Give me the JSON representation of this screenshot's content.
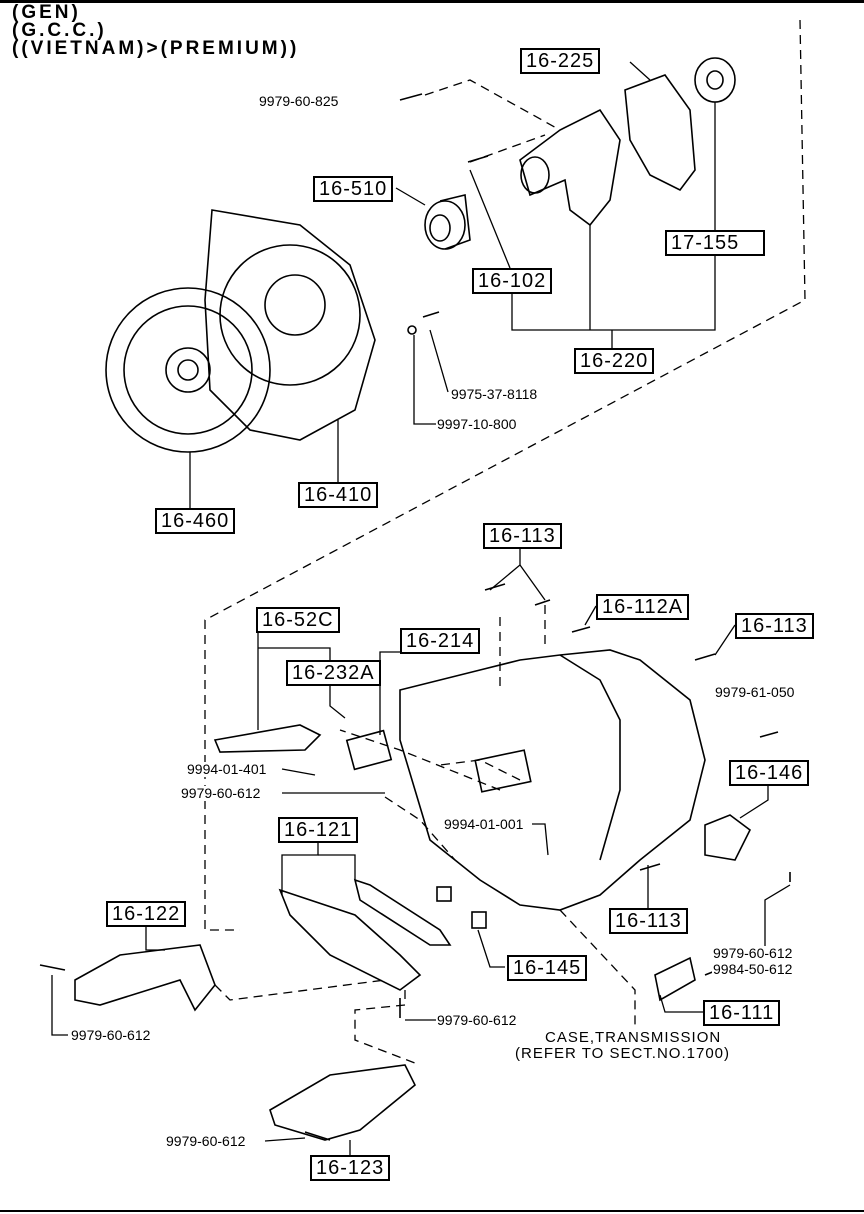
{
  "header": {
    "line1": "(GEN)",
    "line2": "(G.C.C.)",
    "line3": "((VIETNAM)>(PREMIUM))"
  },
  "boxed_labels": [
    "16-225",
    "17-155",
    "16-510",
    "16-102",
    "16-220",
    "16-410",
    "16-460",
    "16-113",
    "16-112A",
    "16-113",
    "16-52C",
    "16-214",
    "16-232A",
    "16-146",
    "16-121",
    "16-122",
    "16-113",
    "16-145",
    "16-111",
    "16-123"
  ],
  "part_numbers": [
    "9979-60-825",
    "9975-37-8118",
    "9997-10-800",
    "9979-61-050",
    "9994-01-401",
    "9979-60-612",
    "9994-01-001",
    "9979-60-612",
    "9984-50-612",
    "9979-60-612",
    "9979-60-612",
    "9979-60-612"
  ],
  "notes": {
    "case_title": "CASE,TRANSMISSION",
    "case_ref": "(REFER TO SECT.NO.1700)"
  }
}
